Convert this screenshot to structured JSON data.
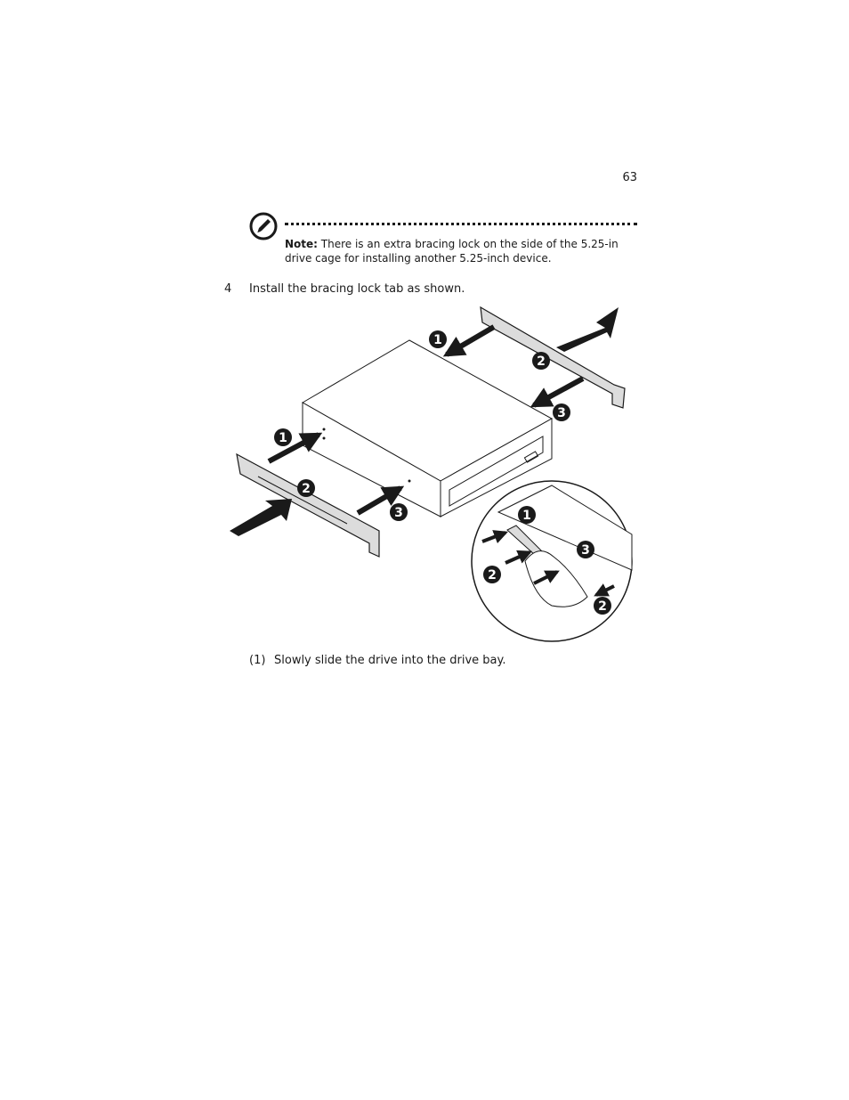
{
  "page": {
    "number": "63"
  },
  "note": {
    "label": "Note:",
    "text": " There is an extra bracing lock on the side of the 5.25-in drive cage for installing another 5.25-inch device.",
    "icon": "note-pen-icon"
  },
  "step": {
    "number": "4",
    "text": "Install the bracing lock tab as shown."
  },
  "substep": {
    "number": "(1)",
    "text": "Slowly slide the drive into the drive bay."
  },
  "figure": {
    "callouts": [
      "1",
      "2",
      "3",
      "1",
      "2",
      "3",
      "1",
      "3",
      "2",
      "2"
    ]
  }
}
